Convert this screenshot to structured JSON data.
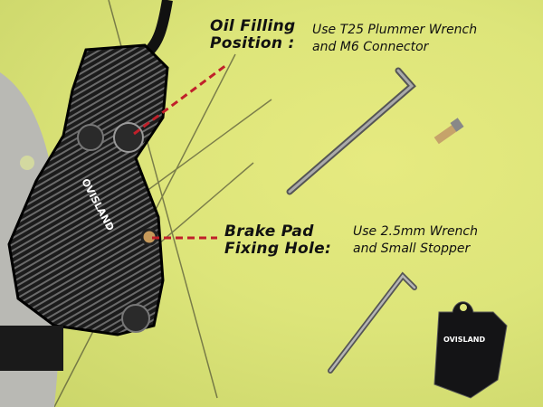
{
  "oil_filling": {
    "label_line1": "Oil Filling",
    "label_line2": "Position :",
    "desc_line1": "Use T25 Plummer Wrench",
    "desc_line2": "and M6 Connector"
  },
  "brake_pad": {
    "label_line1": "Brake Pad",
    "label_line2": "Fixing Hole:",
    "desc_line1": "Use 2.5mm Wrench",
    "desc_line2": "and Small Stopper"
  },
  "brand": "OVISLAND",
  "colors": {
    "background": "#dde57a",
    "pointer": "#c0202a",
    "caliper": "#1a1a1a"
  }
}
